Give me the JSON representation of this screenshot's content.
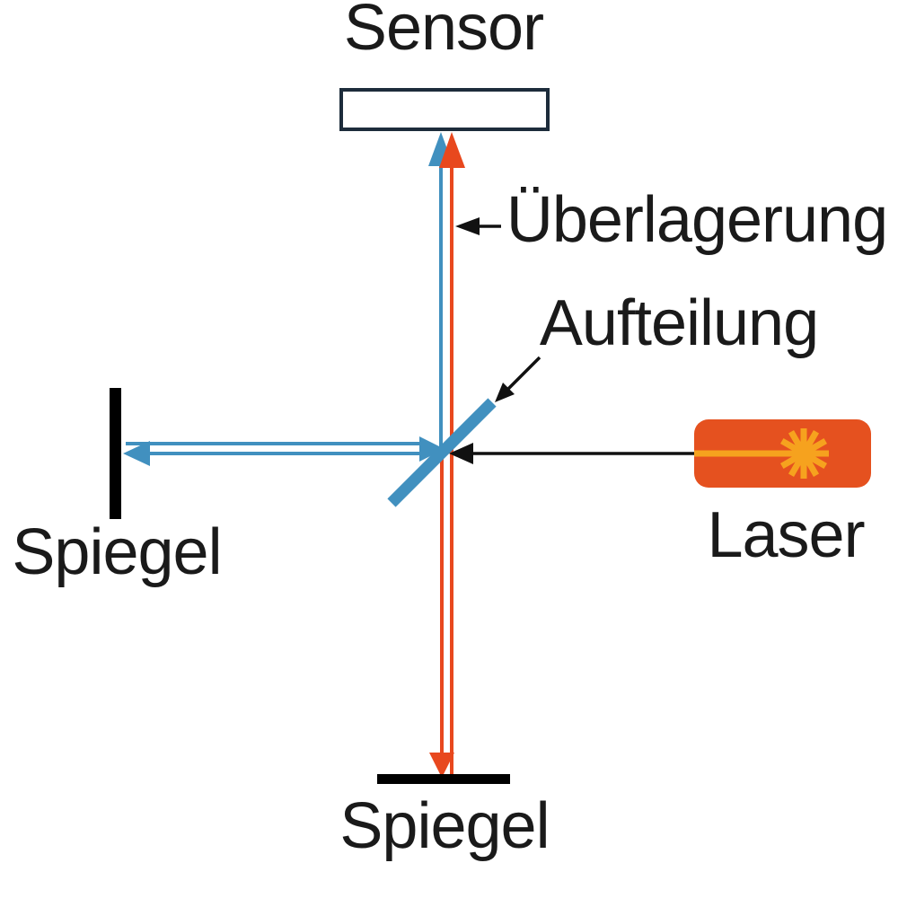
{
  "labels": {
    "sensor": "Sensor",
    "superposition": "Überlagerung",
    "splitting": "Aufteilung",
    "mirror_left": "Spiegel",
    "mirror_bottom": "Spiegel",
    "laser": "Laser"
  },
  "colors": {
    "beam_blue": "#4190bf",
    "beam_red": "#e8481e",
    "laser_body": "#e5511f",
    "laser_beam_yellow": "#f6a21e",
    "sensor_stroke": "#1d2c3b",
    "mirror_black": "#000000",
    "annotation_black": "#111111",
    "text": "#1a1a1a",
    "background": "#ffffff"
  }
}
